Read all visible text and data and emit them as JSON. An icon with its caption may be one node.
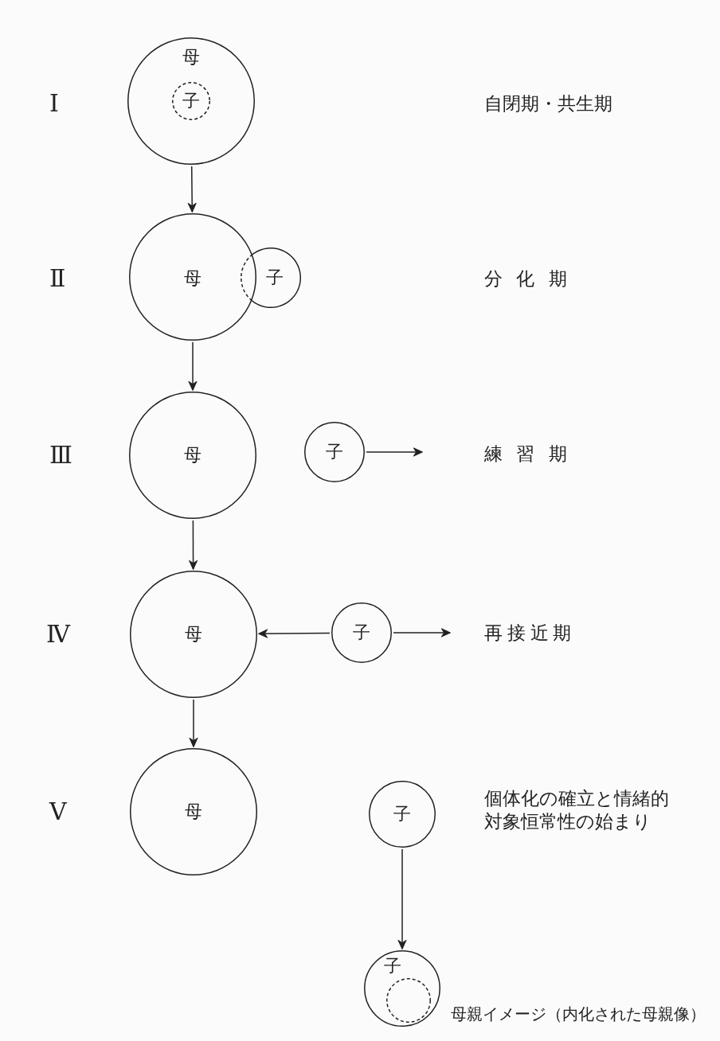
{
  "diagram": {
    "nodes": [
      {
        "text": [
          "母"
        ]
      },
      {
        "text": [
          "子"
        ],
        "in": 0
      },
      {
        "text": [
          "母"
        ]
      },
      {
        "text": [
          "子"
        ]
      },
      {
        "text": [
          "母"
        ]
      },
      {
        "text": [
          "子"
        ]
      },
      {
        "text": [
          "母"
        ]
      },
      {
        "text": [
          "子"
        ]
      },
      {
        "text": [
          "母"
        ]
      },
      {
        "text": [
          "子"
        ]
      },
      {
        "text": [
          "子"
        ]
      },
      {
        "text": [],
        "shape": "circle",
        "in": 10,
        "beside": [
          "母親イメージ（内化された母親像）"
        ]
      }
    ],
    "edges": [
      {
        "from": 0,
        "to": 2,
        "arrow": "to"
      },
      {
        "from": 2,
        "to": 4,
        "arrow": "to"
      },
      {
        "from": 4,
        "to": 6,
        "arrow": "to"
      },
      {
        "from": 6,
        "to": 8,
        "arrow": "to"
      },
      {
        "from": 5,
        "to": null,
        "arrow": "to"
      },
      {
        "from": 7,
        "to": 6,
        "arrow": "to"
      },
      {
        "from": 7,
        "to": null,
        "arrow": "to"
      },
      {
        "from": 9,
        "to": 10,
        "arrow": "to"
      }
    ],
    "labels": [
      "Ⅰ",
      "自閉期・共生期",
      "Ⅱ",
      "分化期",
      "Ⅲ",
      "練習期",
      "Ⅳ",
      "再接近期",
      "Ⅴ",
      "個体化の確立と情緒的対象恒常性の始まり"
    ]
  }
}
